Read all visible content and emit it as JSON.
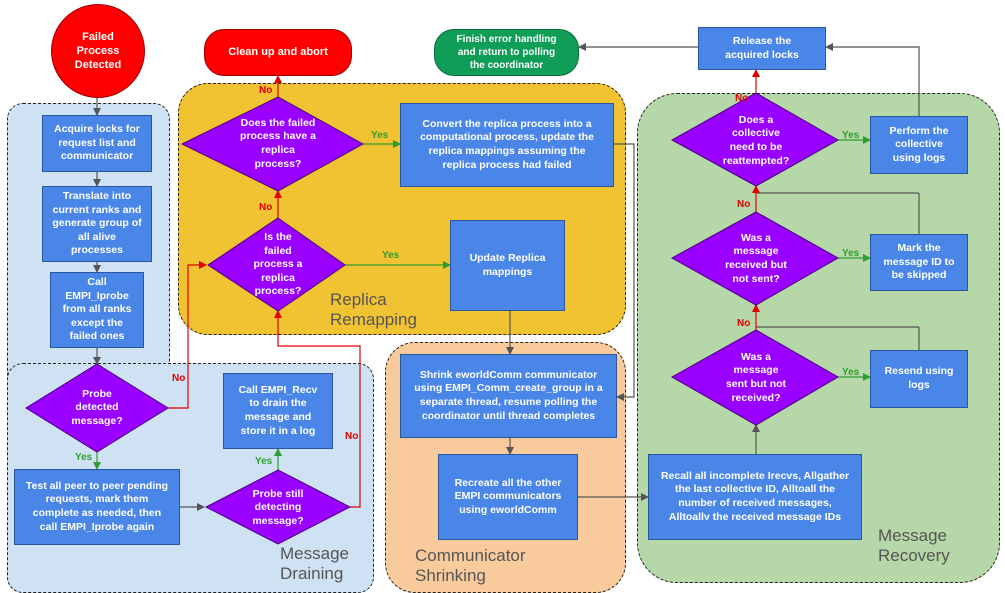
{
  "regions": {
    "replica_remapping": "Replica\nRemapping",
    "message_draining": "Message\nDraining",
    "communicator_shrinking": "Communicator\nShrinking",
    "message_recovery": "Message\nRecovery"
  },
  "nodes": {
    "start": "Failed\nProcess\nDetected",
    "clean_abort": "Clean up and abort",
    "finish": "Finish error handling\nand return to polling\nthe coordinator",
    "acquire_locks": "Acquire locks for\nrequest list and\ncommunicator",
    "translate_ranks": "Translate into\ncurrent ranks and\ngenerate group of\nall alive\nprocesses",
    "call_iprobe": "Call\nEMPI_Iprobe\nfrom all ranks\nexcept the\nfailed ones",
    "probe_detected": "Probe\ndetected\nmessage?",
    "test_peer": "Test all peer to peer pending\nrequests, mark them\ncomplete as needed, then\ncall EMPI_Iprobe again",
    "probe_still": "Probe still\ndetecting\nmessage?",
    "call_recv": "Call EMPI_Recv\nto drain the\nmessage and\nstore it in a log",
    "has_replica": "Does the failed\nprocess have a\nreplica\nprocess?",
    "is_replica": "Is the\nfailed\nprocess a\nreplica\nprocess?",
    "convert_replica": "Convert the replica process into a\ncomputational process, update the\nreplica mappings assuming the\nreplica process had failed",
    "update_mappings": "Update Replica\nmappings",
    "shrink_comm": "Shrink eworldComm communicator\nusing EMPI_Comm_create_group in a\nseparate thread, resume polling the\ncoordinator until thread completes",
    "recreate_comms": "Recreate all the other\nEMPI communicators\nusing eworldComm",
    "recall_incomplete": "Recall all incomplete Irecvs, Allgather\nthe last collective ID, Alltoall the\nnumber of received messages,\nAlltoallv the received message IDs",
    "sent_not_received": "Was a\nmessage\nsent but not\nreceived?",
    "resend_logs": "Resend using\nlogs",
    "received_not_sent": "Was a\nmessage\nreceived but\nnot sent?",
    "mark_skipped": "Mark the\nmessage ID to\nbe skipped",
    "collective_reattempt": "Does a\ncollective\nneed to be\nreattempted?",
    "perform_collective": "Perform the\ncollective\nusing logs",
    "release_locks": "Release the\nacquired locks"
  },
  "edge_labels": {
    "yes": "Yes",
    "no": "No"
  },
  "colors": {
    "process_box": "#4a86e8",
    "decision": "#9900ff",
    "terminal_red": "#ff0000",
    "terminal_green": "#0f9d58",
    "region_draining": "#cfe2f3",
    "region_replica": "#f1c232",
    "region_shrinking": "#f9cb9c",
    "region_recovery": "#b6d7a8",
    "edge_yes": "#2e9e2e",
    "edge_no": "#e00000",
    "edge_default": "#555555"
  }
}
